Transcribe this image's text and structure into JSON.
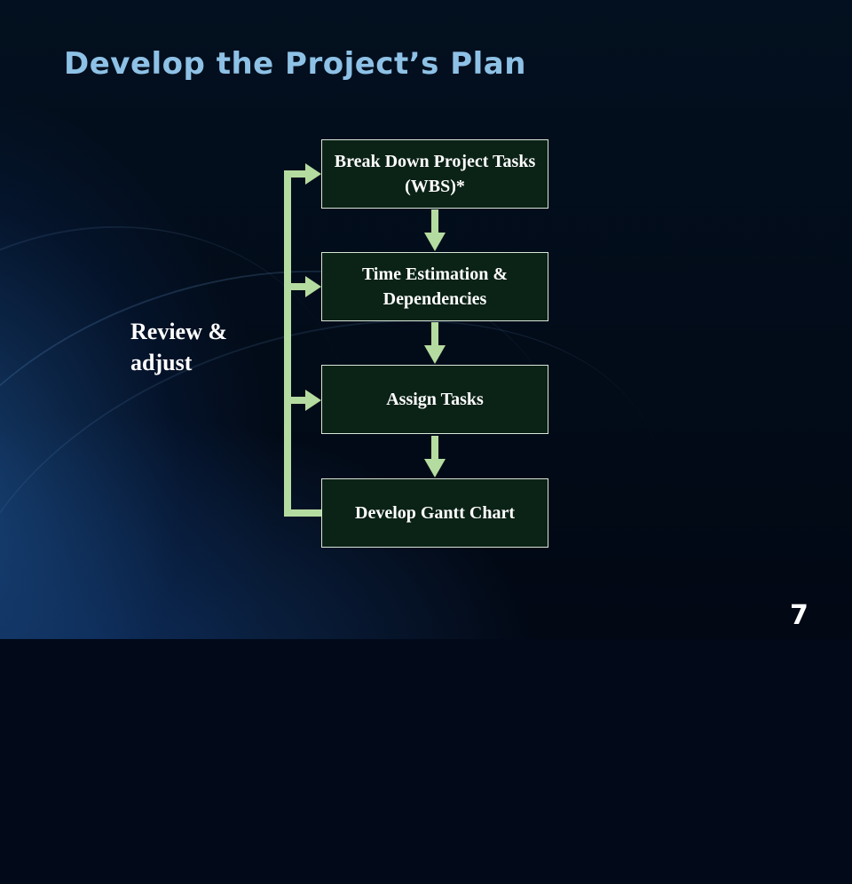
{
  "slide": {
    "title": "Develop the Project’s Plan",
    "page_number": "7"
  },
  "flow": {
    "steps": [
      {
        "label": "Break Down Project Tasks (WBS)*"
      },
      {
        "label": "Time Estimation & Dependencies"
      },
      {
        "label": "Assign Tasks"
      },
      {
        "label": "Develop Gantt Chart"
      }
    ],
    "feedback_label": "Review & adjust",
    "colors": {
      "box_fill": "#0b2216",
      "box_border": "#d8e6d8",
      "arrow": "#b5dca0",
      "title": "#8ec1e6"
    }
  }
}
